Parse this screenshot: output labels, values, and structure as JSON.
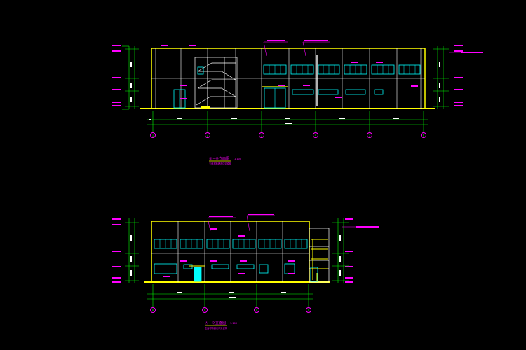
{
  "colors": {
    "background": "#000000",
    "outline": "#ffff00",
    "structure": "#ffffff",
    "windows": "#00ffff",
    "annotation": "#ff00ff",
    "dimension": "#00ff00",
    "grid_axis": "#00ff00"
  },
  "drawing": {
    "top_elevation": {
      "caption": "①—⑥立面图",
      "caption_scale": "1:100",
      "caption_note": "立面材料做法详见说明",
      "axis_labels": [
        "1",
        "2",
        "3",
        "4",
        "5",
        "6"
      ]
    },
    "bottom_elevation": {
      "caption": "Ⓐ—Ⓓ立面图",
      "caption_scale": "1:100",
      "caption_note": "立面材料做法详见说明",
      "axis_labels": [
        "A",
        "B",
        "C",
        "D"
      ]
    }
  }
}
